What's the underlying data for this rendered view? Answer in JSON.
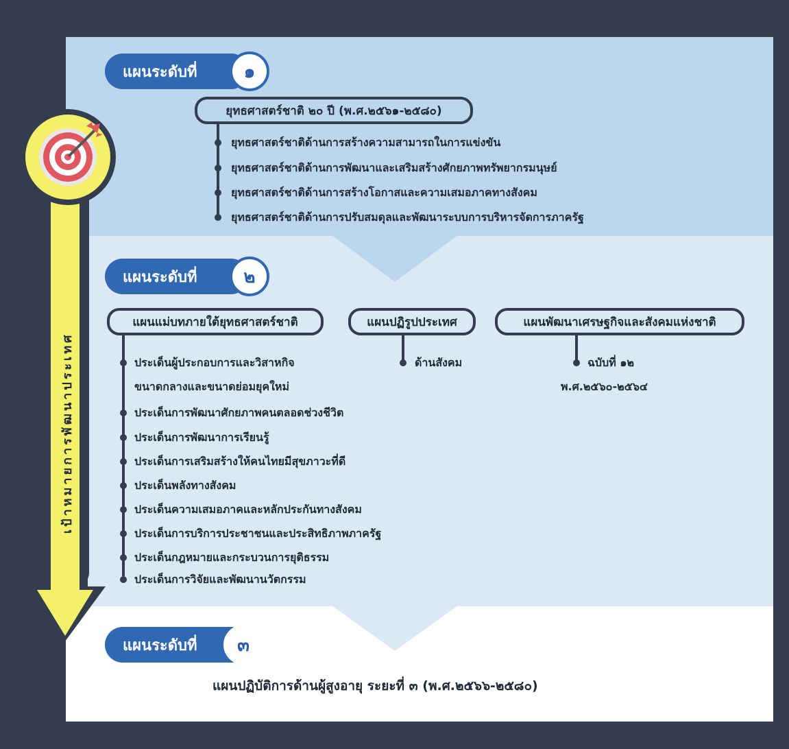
{
  "levels": {
    "level1": {
      "label": "แผนระดับที่",
      "number": "๑"
    },
    "level2": {
      "label": "แผนระดับที่",
      "number": "๒"
    },
    "level3": {
      "label": "แผนระดับที่",
      "number": "๓"
    }
  },
  "goal_arrow": {
    "text": "เป้าหมายการพัฒนาประเทศ"
  },
  "national_strategy": {
    "title": "ยุทธศาสตร์ชาติ ๒๐ ปี (พ.ศ.๒๕๖๑-๒๕๘๐)",
    "items": [
      "ยุทธศาสตร์ชาติด้านการสร้างความสามารถในการแข่งขัน",
      "ยุทธศาสตร์ชาติด้านการพัฒนาและเสริมสร้างศักยภาพทรัพยากรมนุษย์",
      "ยุทธศาสตร์ชาติด้านการสร้างโอกาสและความเสมอภาคทางสังคม",
      "ยุทธศาสตร์ชาติด้านการปรับสมดุลและพัฒนาระบบการบริหารจัดการภาครัฐ"
    ]
  },
  "master_plan": {
    "title": "แผนแม่บทภายใต้ยุทธศาสตร์ชาติ",
    "items": [
      "ประเด็นผู้ประกอบการและวิสาหกิจ",
      "ขนาดกลางและขนาดย่อมยุคใหม่",
      "ประเด็นการพัฒนาศักยภาพคนตลอดช่วงชีวิต",
      "ประเด็นการพัฒนาการเรียนรู้",
      "ประเด็นการเสริมสร้างให้คนไทยมีสุขภาวะที่ดี",
      "ประเด็นพลังทางสังคม",
      "ประเด็นความเสมอภาคและหลักประกันทางสังคม",
      "ประเด็นการบริการประชาชนและประสิทธิภาพภาครัฐ",
      "ประเด็นกฎหมายและกระบวนการยุติธรรม",
      "ประเด็นการวิจัยและพัฒนานวัตกรรม"
    ]
  },
  "reform_plan": {
    "title": "แผนปฏิรูปประเทศ",
    "items": [
      "ด้านสังคม"
    ]
  },
  "economic_plan": {
    "title": "แผนพัฒนาเศรษฐกิจและสังคมแห่งชาติ",
    "item": "ฉบับที่ ๑๒",
    "period": "พ.ศ.๒๕๖๐-๒๕๖๔"
  },
  "action_plan": {
    "text": "แผนปฏิบัติการด้านผู้สูงอายุ ระยะที่ ๓ (พ.ศ.๒๕๖๖-๒๕๘๐)"
  },
  "colors": {
    "background": "#333d4d",
    "band1": "#bcd7ed",
    "band2": "#dce8f5",
    "pill": "#3168b2",
    "arrow": "#f5f06a"
  },
  "icons": {
    "target": "target-icon"
  }
}
